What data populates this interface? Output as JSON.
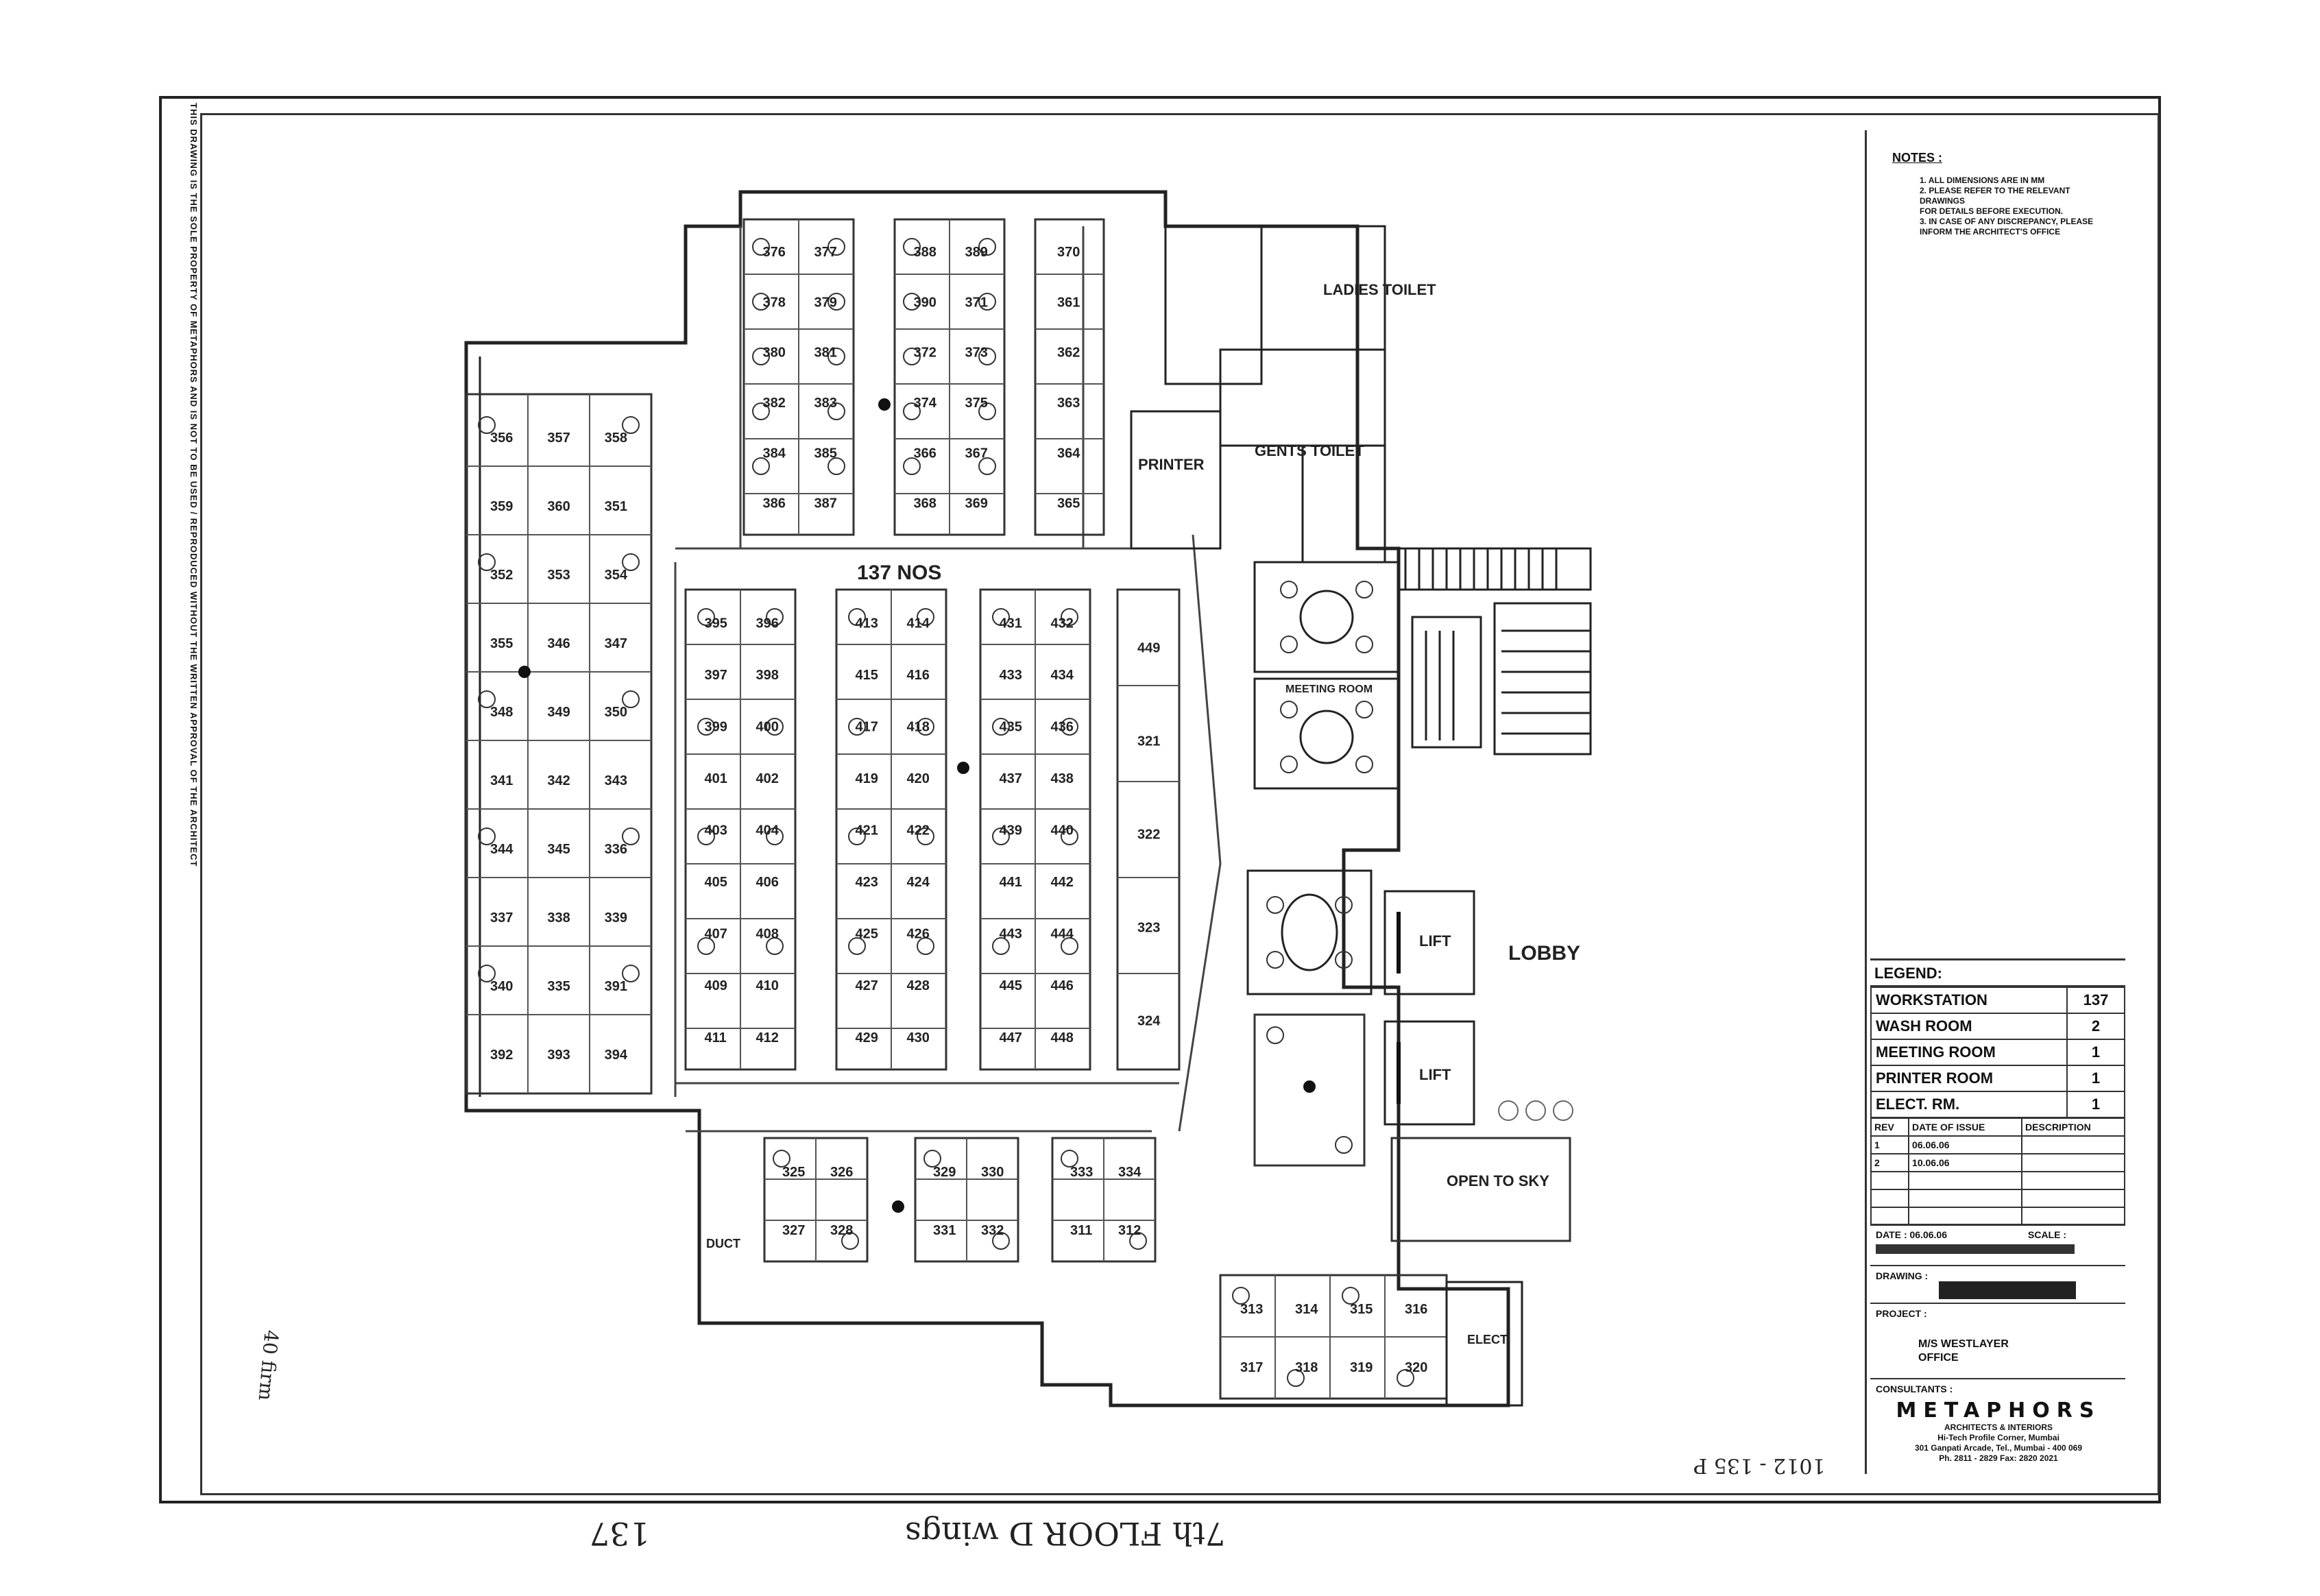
{
  "side_note": "THIS DRAWING IS THE SOLE PROPERTY OF METAPHORS AND IS NOT TO BE USED / REPRODUCED WITHOUT THE WRITTEN APPROVAL OF THE ARCHITECT",
  "plan": {
    "title": "137 NOS",
    "rooms": {
      "ladies_toilet": "LADIES TOILET",
      "gents_toilet": "GENTS TOILET",
      "printer": "PRINTER",
      "meeting_room": "MEETING ROOM",
      "lift_1": "LIFT",
      "lift_2": "LIFT",
      "lobby": "LOBBY",
      "open_to_sky": "OPEN TO SKY",
      "duct": "DUCT",
      "elect": "ELECT"
    },
    "workstations": [
      "376",
      "377",
      "378",
      "379",
      "380",
      "381",
      "382",
      "383",
      "384",
      "385",
      "386",
      "387",
      "388",
      "389",
      "390",
      "371",
      "372",
      "373",
      "374",
      "375",
      "366",
      "367",
      "368",
      "369",
      "370",
      "361",
      "362",
      "363",
      "364",
      "365",
      "356",
      "357",
      "358",
      "359",
      "360",
      "351",
      "352",
      "353",
      "354",
      "355",
      "346",
      "347",
      "348",
      "349",
      "350",
      "341",
      "342",
      "343",
      "344",
      "345",
      "336",
      "337",
      "338",
      "339",
      "340",
      "335",
      "391",
      "392",
      "393",
      "394",
      "395",
      "396",
      "397",
      "398",
      "399",
      "400",
      "401",
      "402",
      "403",
      "404",
      "405",
      "406",
      "407",
      "408",
      "409",
      "410",
      "411",
      "412",
      "413",
      "414",
      "415",
      "416",
      "417",
      "418",
      "419",
      "420",
      "421",
      "422",
      "423",
      "424",
      "425",
      "426",
      "427",
      "428",
      "429",
      "430",
      "431",
      "432",
      "433",
      "434",
      "435",
      "436",
      "437",
      "438",
      "439",
      "440",
      "441",
      "442",
      "443",
      "444",
      "445",
      "446",
      "447",
      "448",
      "449",
      "321",
      "322",
      "323",
      "324",
      "325",
      "326",
      "327",
      "328",
      "329",
      "330",
      "331",
      "332",
      "333",
      "334",
      "311",
      "312",
      "313",
      "314",
      "315",
      "316",
      "317",
      "318",
      "319",
      "320"
    ]
  },
  "notes": {
    "heading": "NOTES :",
    "lines": [
      "1. ALL DIMENSIONS ARE IN MM",
      "2. PLEASE REFER TO THE RELEVANT DRAWINGS",
      "   FOR DETAILS BEFORE EXECUTION.",
      "3. IN CASE OF ANY DISCREPANCY, PLEASE",
      "   INFORM THE ARCHITECT'S OFFICE"
    ]
  },
  "legend": {
    "heading": "LEGEND:",
    "rows": [
      {
        "label": "WORKSTATION",
        "value": "137"
      },
      {
        "label": "WASH ROOM",
        "value": "2"
      },
      {
        "label": "MEETING ROOM",
        "value": "1"
      },
      {
        "label": "PRINTER ROOM",
        "value": "1"
      },
      {
        "label": "ELECT. RM.",
        "value": "1"
      }
    ]
  },
  "revisions": {
    "headers": [
      "REV",
      "DATE OF ISSUE",
      "DESCRIPTION"
    ],
    "rows": [
      {
        "rev": "1",
        "date": "06.06.06",
        "desc": ""
      },
      {
        "rev": "2",
        "date": "10.06.06",
        "desc": ""
      }
    ]
  },
  "title_block": {
    "date_label": "DATE : 06.06.06",
    "scale_label": "SCALE :",
    "drawing_label": "DRAWING :",
    "project_label": "PROJECT :",
    "client": "M/S WESTLAYER",
    "client_sub": "OFFICE",
    "consultants_label": "CONSULTANTS :",
    "firm": "METAPHORS",
    "firm_sub": "ARCHITECTS & INTERIORS",
    "firm_addr_1": "Hi-Tech Profile Corner, Mumbai",
    "firm_addr_2": "301 Ganpati Arcade, Tel., Mumbai - 400 069",
    "firm_addr_3": "Ph. 2811 - 2829 Fax: 2820 2021"
  },
  "handwriting": {
    "bottom_floor": "7th FLOOR D wings",
    "bottom_count": "137",
    "right_ref": "1012 - 135 P",
    "left_margin": "40 firm"
  }
}
